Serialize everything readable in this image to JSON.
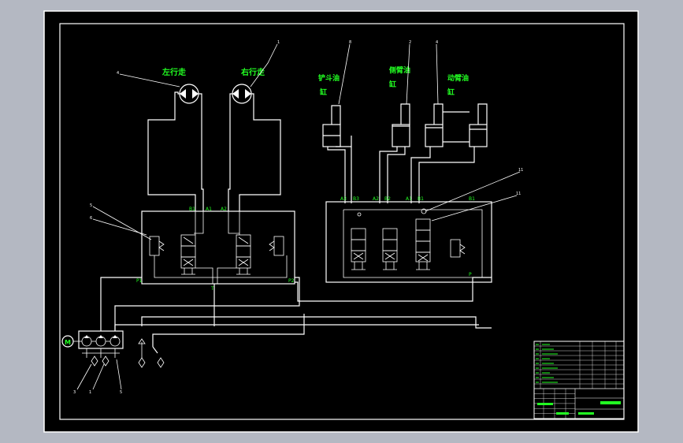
{
  "labels": {
    "left_motor": "左行走",
    "right_motor": "右行走",
    "bucket_cyl_a": "铲斗油",
    "bucket_cyl_b": "缸",
    "side_cyl_a": "侧臂油",
    "side_cyl_b": "缸",
    "boom_cyl_a": "动臂油",
    "boom_cyl_b": "缸"
  },
  "ports_left": {
    "b1": "B1",
    "a1": "A1",
    "a2": "A2",
    "p1": "P1",
    "p2": "P2",
    "t": "T"
  },
  "ports_right": {
    "a3": "A3",
    "b3": "B3",
    "a2": "A2",
    "b2": "B2",
    "a1": "A1",
    "b1": "B1",
    "b0": "B1",
    "p": "P"
  },
  "leaders": {
    "n1": "4",
    "n2": "1",
    "n3": "5",
    "n4": "6",
    "n5": "8",
    "n6": "2",
    "n7": "4",
    "n8": "11",
    "n9": "11",
    "n10": "3",
    "n11": "1",
    "n12": "5"
  },
  "colors": {
    "background": "#000000",
    "frame": "#b4b8c2",
    "lines": "#ffffff",
    "text": "#22ff22"
  }
}
